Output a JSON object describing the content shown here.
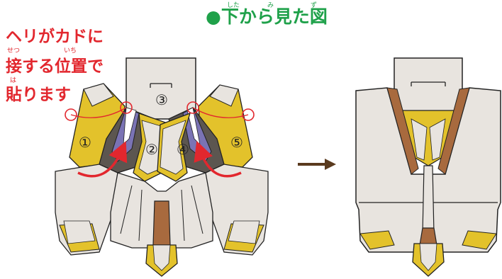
{
  "title": {
    "bullet": "●",
    "text": "下から見た図",
    "ruby": [
      "した",
      "み",
      "ず"
    ]
  },
  "instruction": {
    "lines": [
      "ヘリがカドに",
      "接する位置で",
      "貼ります"
    ],
    "ruby": [
      "せつ",
      "いち",
      "は"
    ]
  },
  "parts": [
    "①",
    "②",
    "③",
    "④",
    "⑤"
  ],
  "colors": {
    "red": "#e2272e",
    "green": "#1fa14a",
    "yellow": "#e3c22b",
    "paper": "#e8e4df",
    "brown": "#a86a3e",
    "purple": "#7a73b4",
    "gray": "#6c6660"
  }
}
